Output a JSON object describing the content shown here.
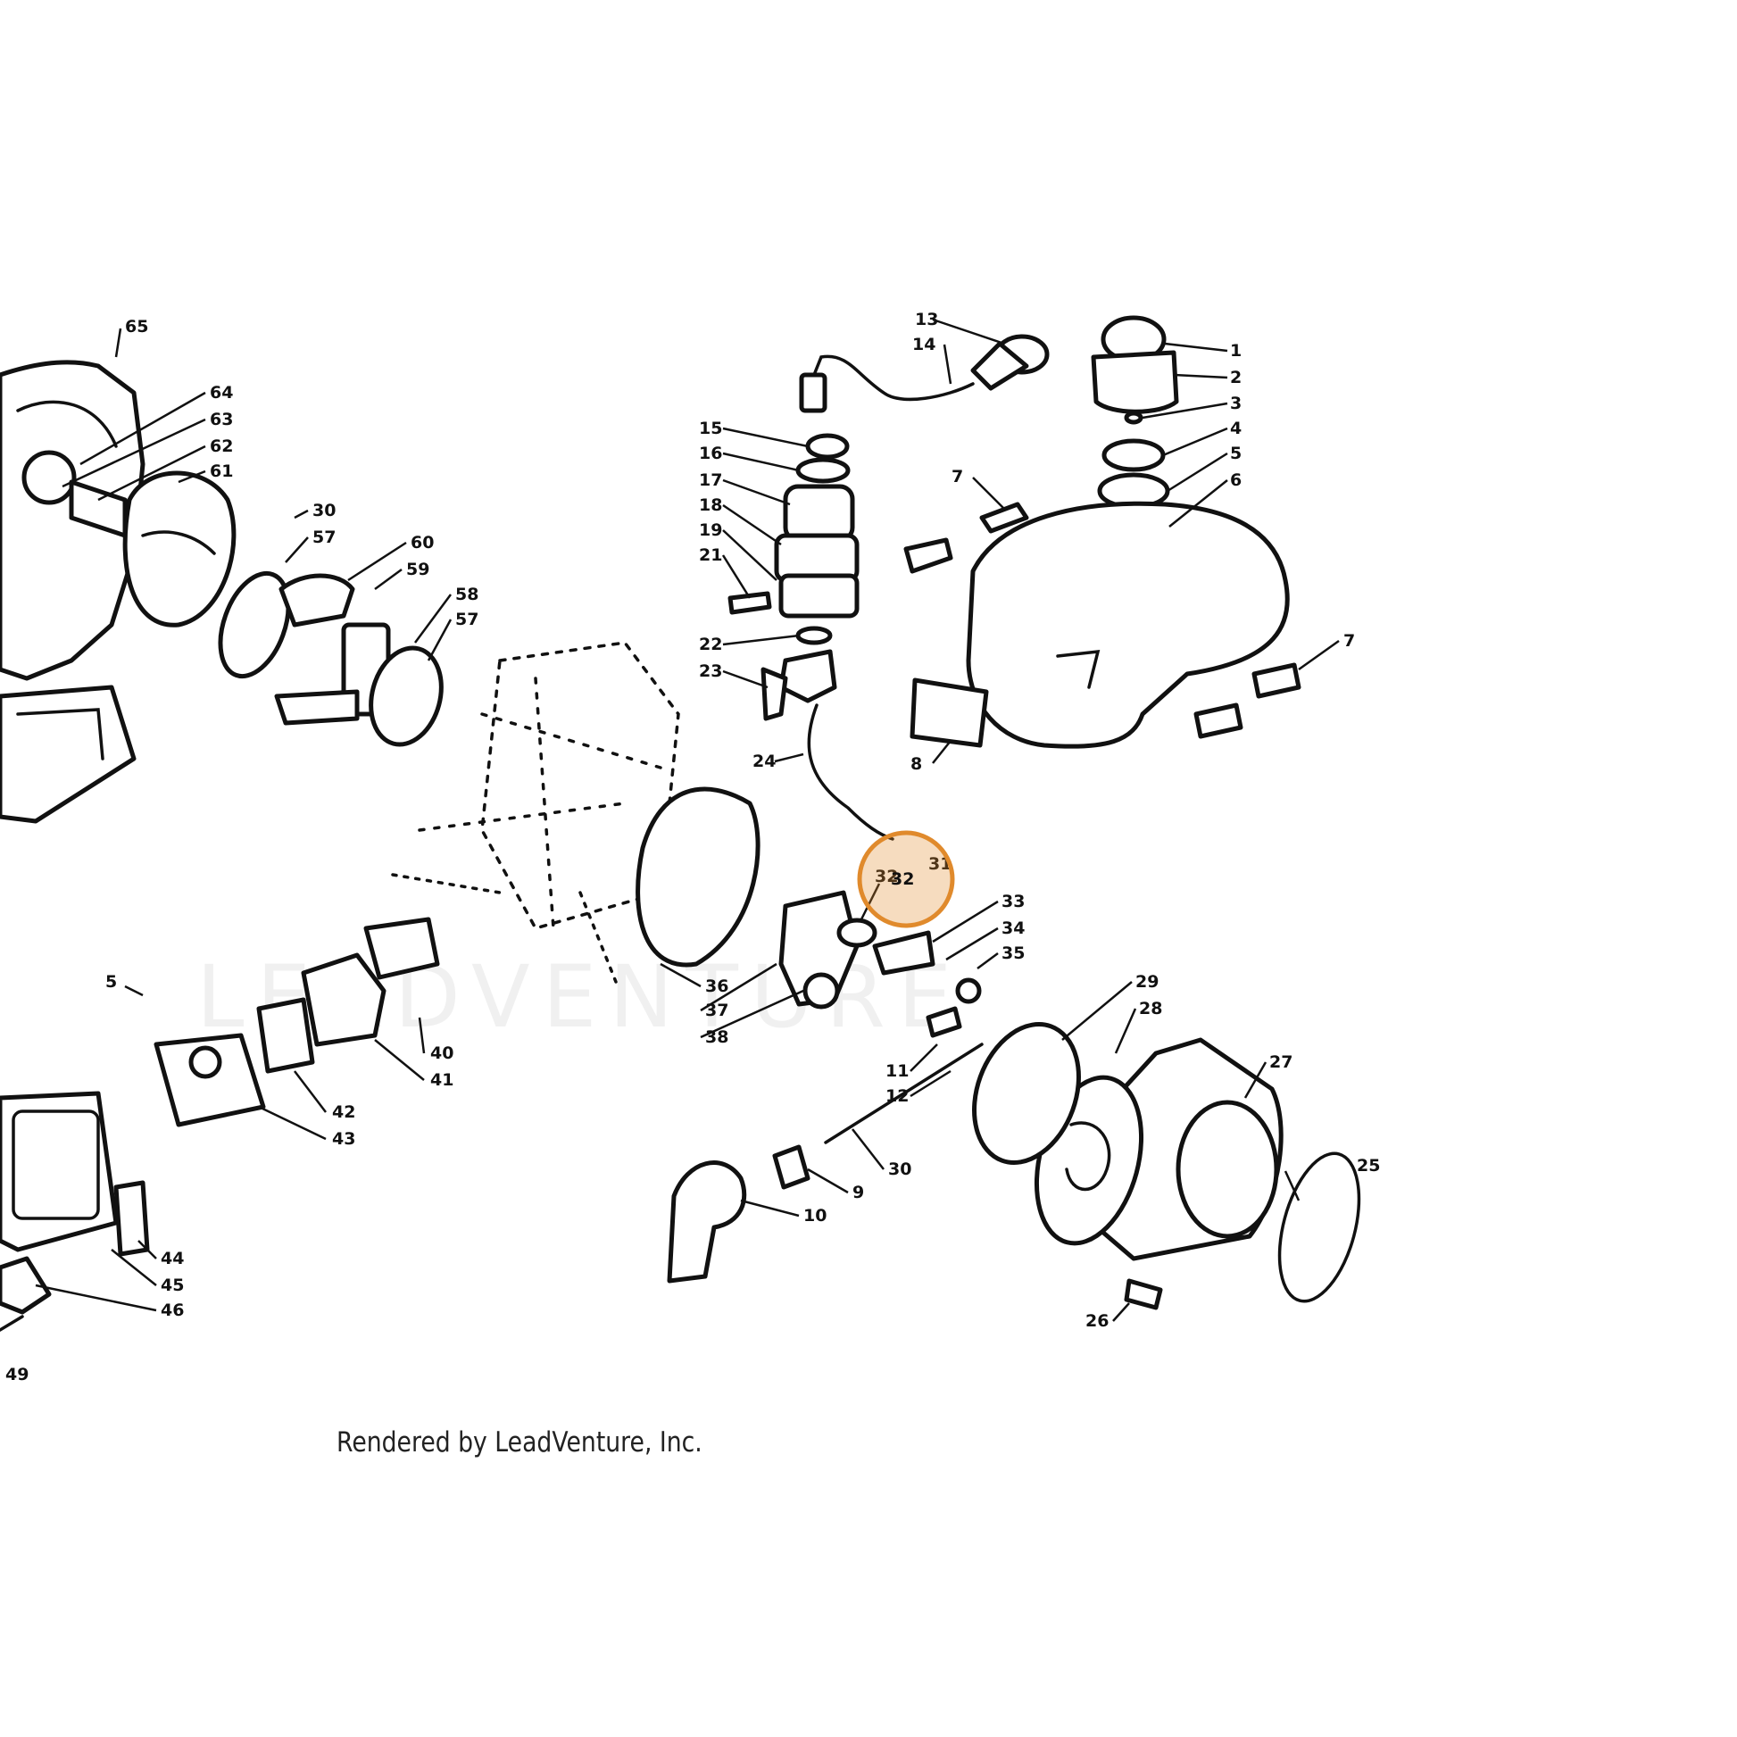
{
  "credit": "Rendered by LeadVenture, Inc.",
  "watermark": "LEADVENTURE",
  "highlight": {
    "color": "#e08a2c",
    "target_callout": "32"
  },
  "callouts": [
    "1",
    "2",
    "3",
    "4",
    "5",
    "6",
    "7",
    "7",
    "8",
    "9",
    "10",
    "11",
    "12",
    "13",
    "14",
    "15",
    "16",
    "17",
    "18",
    "19",
    "21",
    "22",
    "23",
    "24",
    "25",
    "26",
    "27",
    "28",
    "29",
    "30",
    "31",
    "32",
    "33",
    "34",
    "35",
    "36",
    "37",
    "38",
    "40",
    "41",
    "42",
    "43",
    "44",
    "45",
    "46",
    "49",
    "57",
    "57",
    "58",
    "59",
    "60",
    "61",
    "62",
    "63",
    "64",
    "65",
    "30",
    "5"
  ]
}
